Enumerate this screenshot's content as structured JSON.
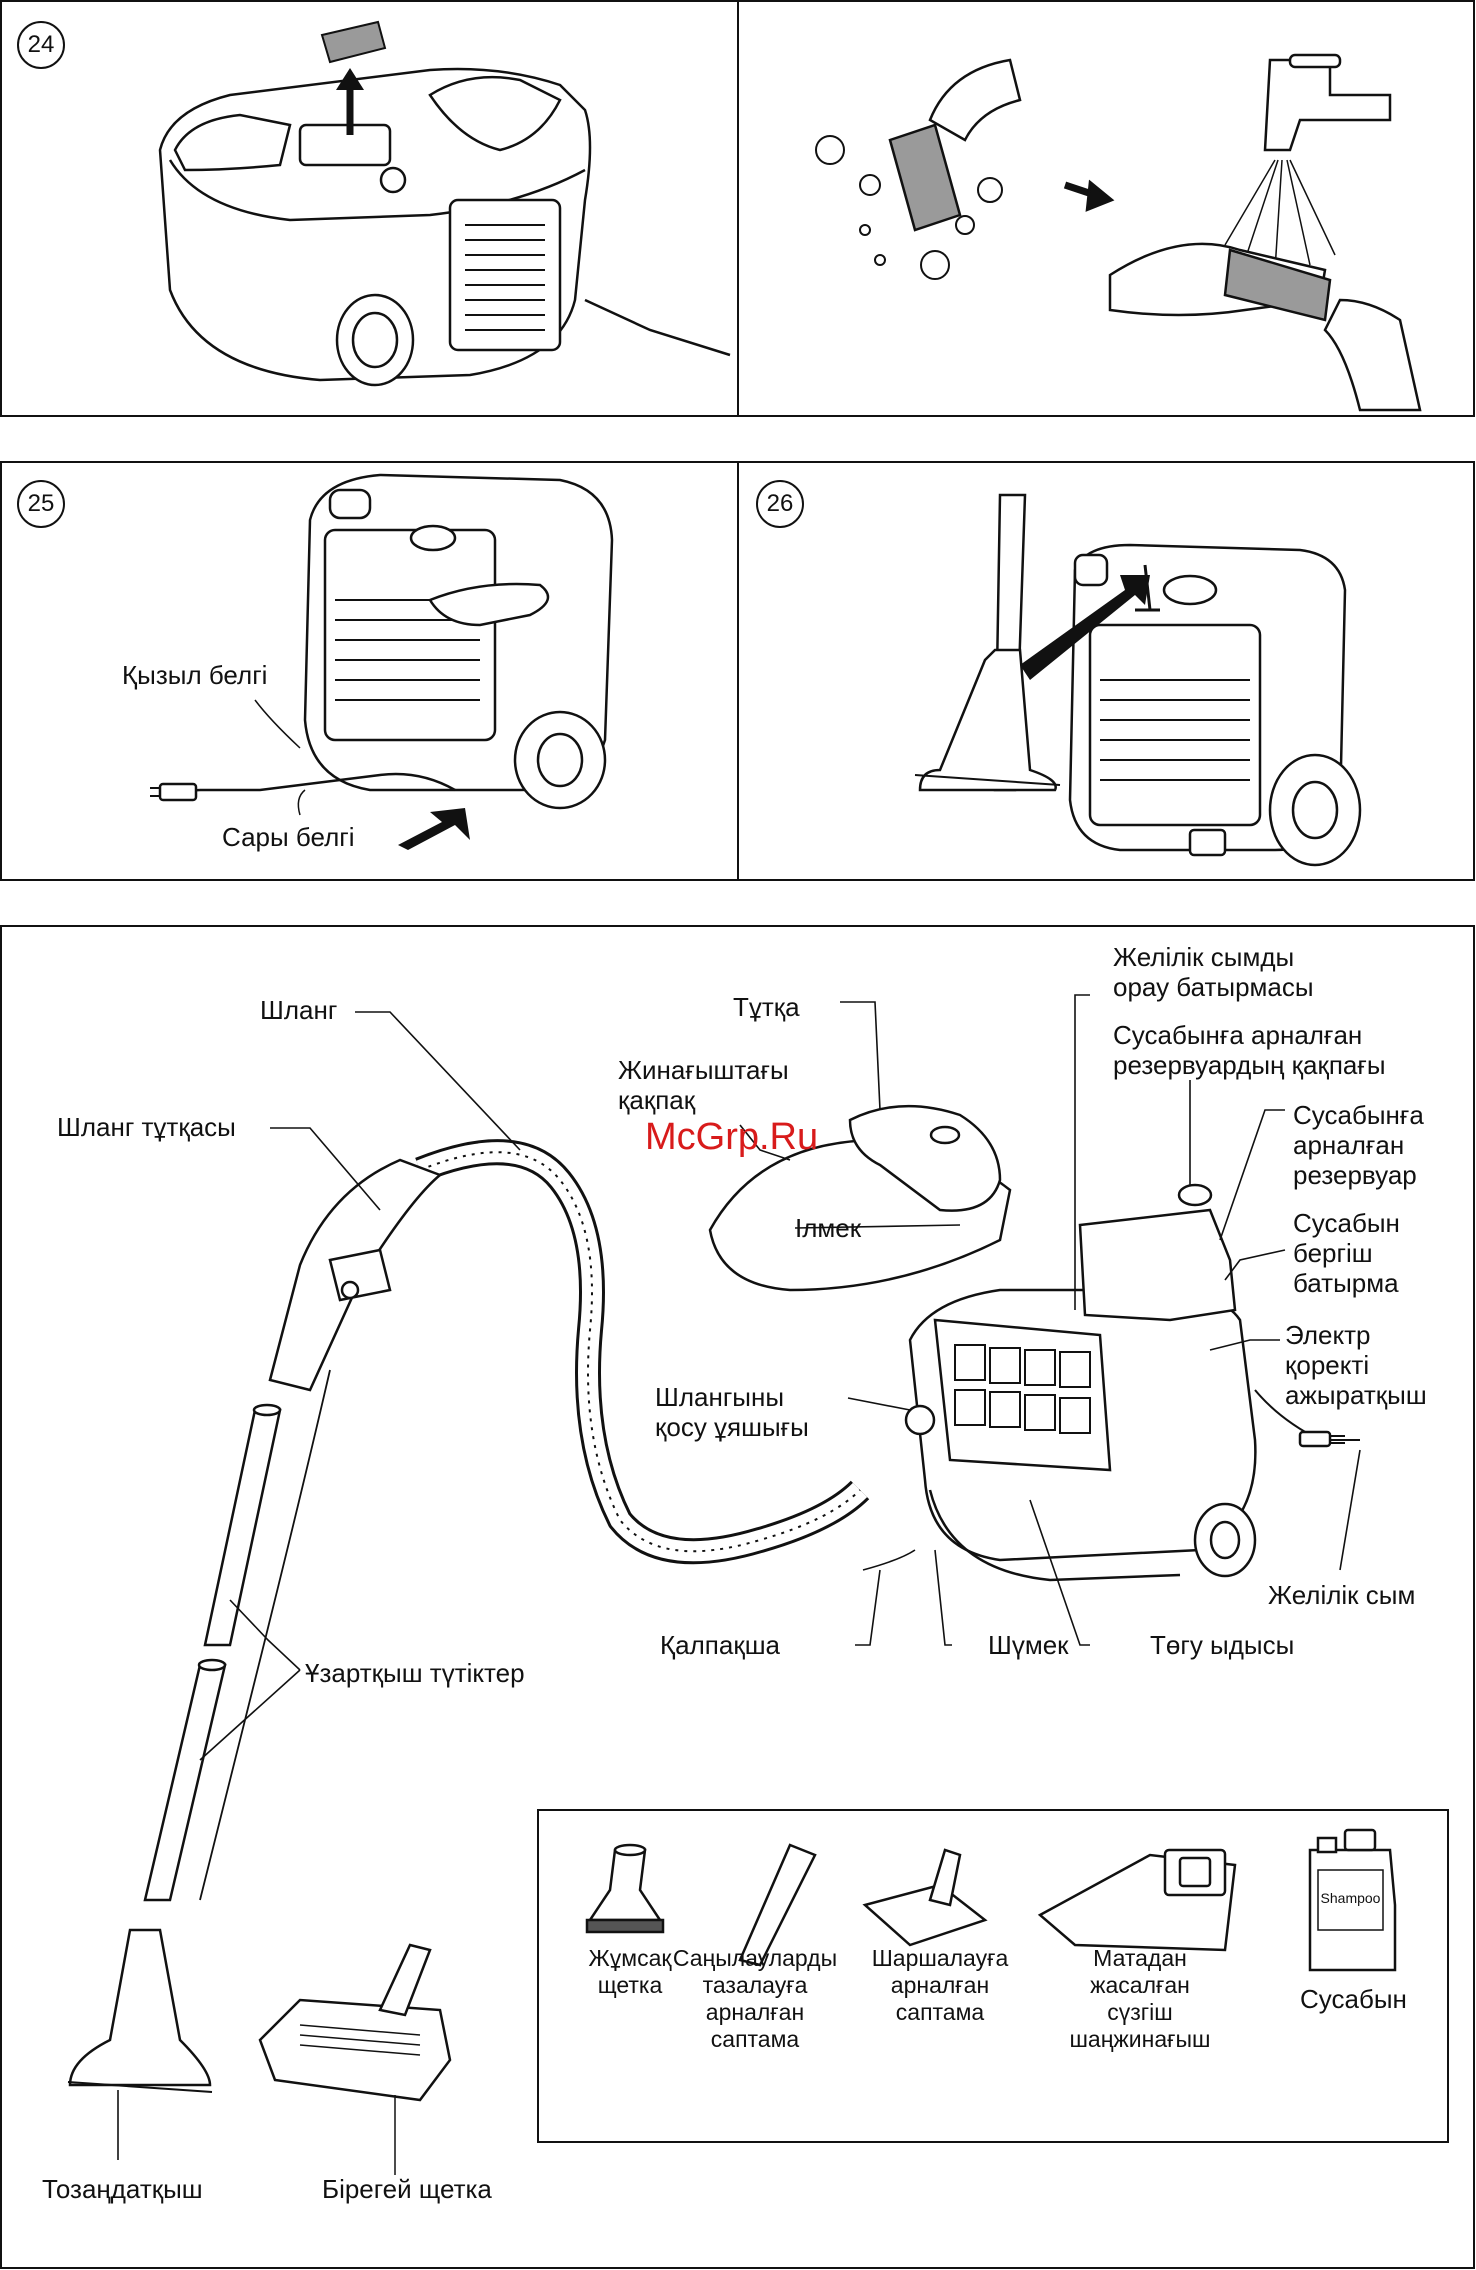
{
  "steps": {
    "s24": "24",
    "s25": "25",
    "s26": "26"
  },
  "labels": {
    "red_mark": "Қызыл белгі",
    "yellow_mark": "Сары белгі",
    "hose": "Шланг",
    "hose_handle": "Шланг тұтқасы",
    "handle": "Тұтқа",
    "collector_lid": "Жинағыштағы\nқақпақ",
    "hook": "Ілмек",
    "cord_wind_button": "Желілік сымды\nорау батырмасы",
    "shampoo_tank_cap": "Сусабынға арналған\nрезервуардың қақпағы",
    "shampoo_tank": "Сусабынға\nарналған\nрезервуар",
    "shampoo_button": "Сусабын\nбергіш\nбатырма",
    "power_switch": "Электр\nқоректі\nажыратқыш",
    "hose_socket": "Шлангыны\nқосу ұяшығы",
    "power_cord": "Желілік сым",
    "extension_tubes": "Ұзартқыш түтіктер",
    "cap": "Қалпақша",
    "spout": "Шүмек",
    "drain_tank": "Төгу ыдысы",
    "cleaner": "Тозаңдатқыш",
    "universal_brush": "Бірегей щетка"
  },
  "accessories": [
    {
      "label": "Жұмсақ\nщетка"
    },
    {
      "label": "Саңылауларды\nтазалауға\nарналған\nсаптама"
    },
    {
      "label": "Шаршалауға\nарналған\nсаптама"
    },
    {
      "label": "Матадан\nжасалған\nсүзгіш\nшаңжинағыш"
    },
    {
      "label": "Сусабын"
    }
  ],
  "bottle_text": "Shampoo",
  "watermark": "McGrp.Ru"
}
